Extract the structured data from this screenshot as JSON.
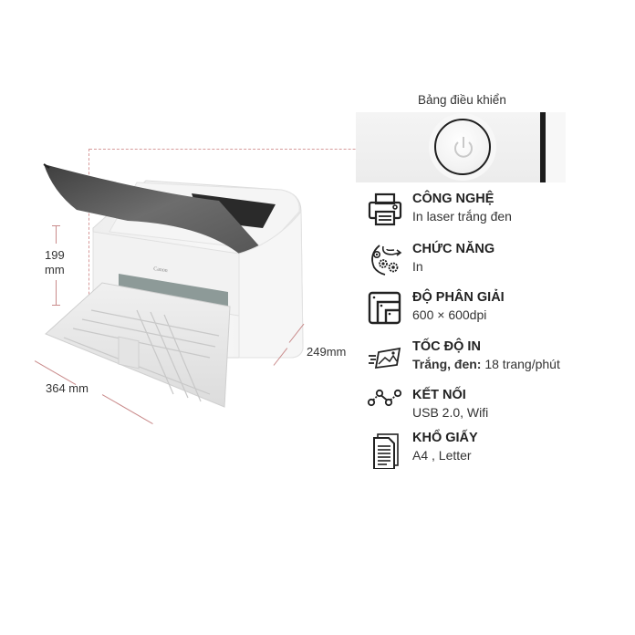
{
  "control_panel": {
    "title": "Bảng điều khiển",
    "button_icon": "power-icon"
  },
  "dimensions": {
    "height_value": "199",
    "height_unit": "mm",
    "width": "364 mm",
    "depth": "249mm",
    "line_color": "#c98a8a"
  },
  "product": {
    "brand_mark": "Canon"
  },
  "specs": [
    {
      "icon": "printer-icon",
      "title": "CÔNG NGHỆ",
      "value": "In laser trắng đen"
    },
    {
      "icon": "gears-icon",
      "title": "CHỨC NĂNG",
      "value": "In"
    },
    {
      "icon": "resolution-icon",
      "title": "ĐỘ PHÂN GIẢI",
      "value": "600 × 600dpi"
    },
    {
      "icon": "speed-icon",
      "title": "TỐC ĐỘ IN",
      "value_bold": "Trắng, đen:",
      "value": " 18 trang/phút"
    },
    {
      "icon": "connection-icon",
      "title": "KẾT NỐI",
      "value": "USB 2.0, Wifi"
    },
    {
      "icon": "paper-icon",
      "title": "KHỔ GIẤY",
      "value": "A4 , Letter"
    }
  ]
}
